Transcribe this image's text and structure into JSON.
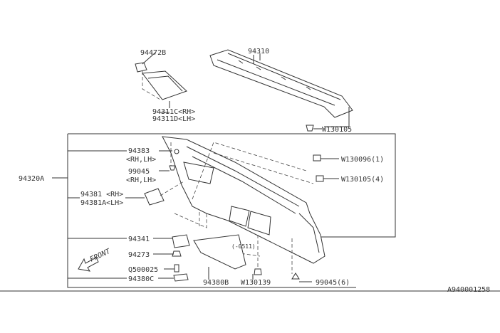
{
  "diagram": {
    "code": "A940001258",
    "front_label": "FRONT",
    "parts": {
      "p94472B": "94472B",
      "p94311C": "94311C<RH>",
      "p94311D": "94311D<LH>",
      "p94310": "94310",
      "pW130105": "W130105",
      "p94383": "94383",
      "p94383_side": "<RH,LH>",
      "p99045": "99045",
      "p99045_side": "<RH,LH>",
      "p94320A": "94320A",
      "p94381": "94381 <RH>",
      "p94381A": "94381A<LH>",
      "pW130096": "W130096(1)",
      "pW130105_4": "W130105(4)",
      "p94341": "94341",
      "p94273": "94273",
      "pQ500025": "Q500025",
      "p94380C": "94380C",
      "p0511": "(-0511)",
      "p94380B": "94380B",
      "pW130139": "W130139",
      "p99045_6": "99045(6)"
    }
  }
}
